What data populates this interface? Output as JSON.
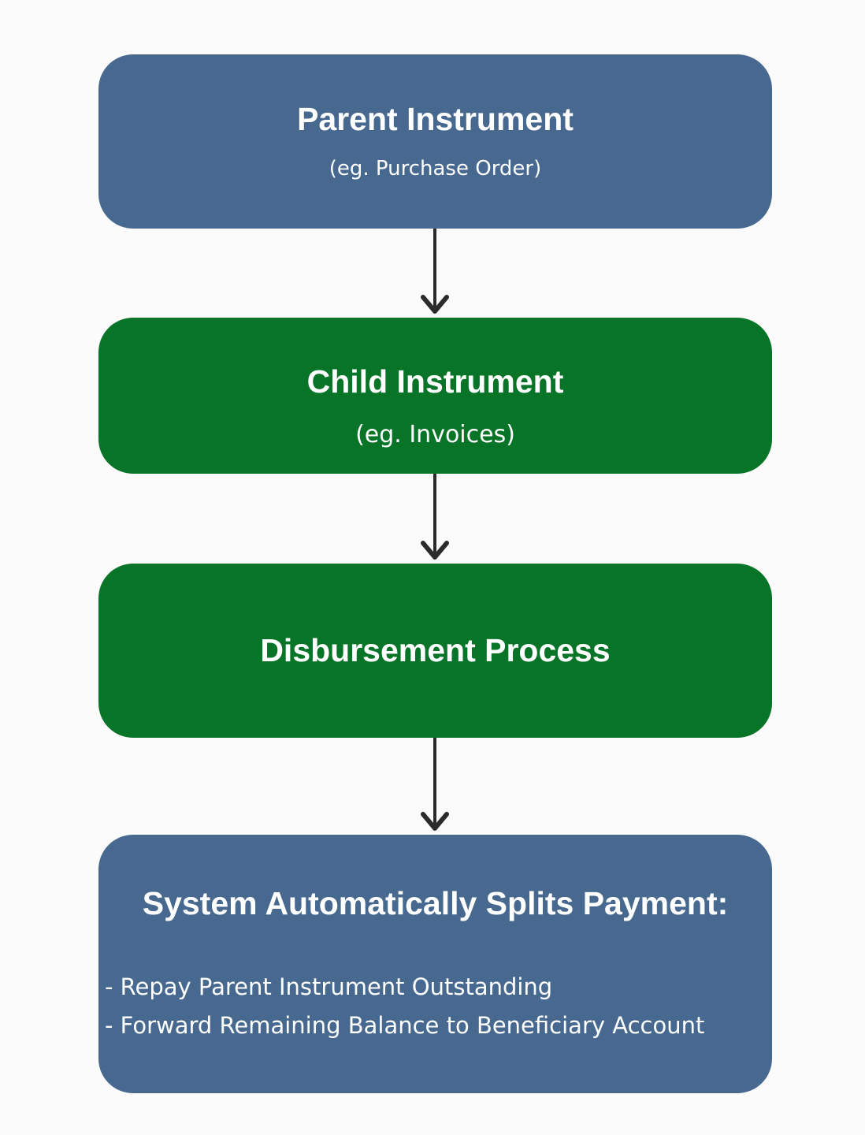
{
  "diagram": {
    "nodes": [
      {
        "title": "Parent Instrument",
        "subtitle": "(eg. Purchase Order)",
        "color": "#47698f"
      },
      {
        "title": "Child Instrument",
        "subtitle": "(eg. Invoices)",
        "color": "#077428"
      },
      {
        "title": "Disbursement Process",
        "color": "#077428"
      },
      {
        "title": "System Automatically Splits Payment:",
        "items": [
          "- Repay Parent Instrument Outstanding",
          "- Forward Remaining Balance to Beneficiary Account"
        ],
        "color": "#47698f"
      }
    ],
    "edges": [
      {
        "from": 0,
        "to": 1
      },
      {
        "from": 1,
        "to": 2
      },
      {
        "from": 2,
        "to": 3
      }
    ],
    "arrow_color": "#2b2b2b"
  }
}
